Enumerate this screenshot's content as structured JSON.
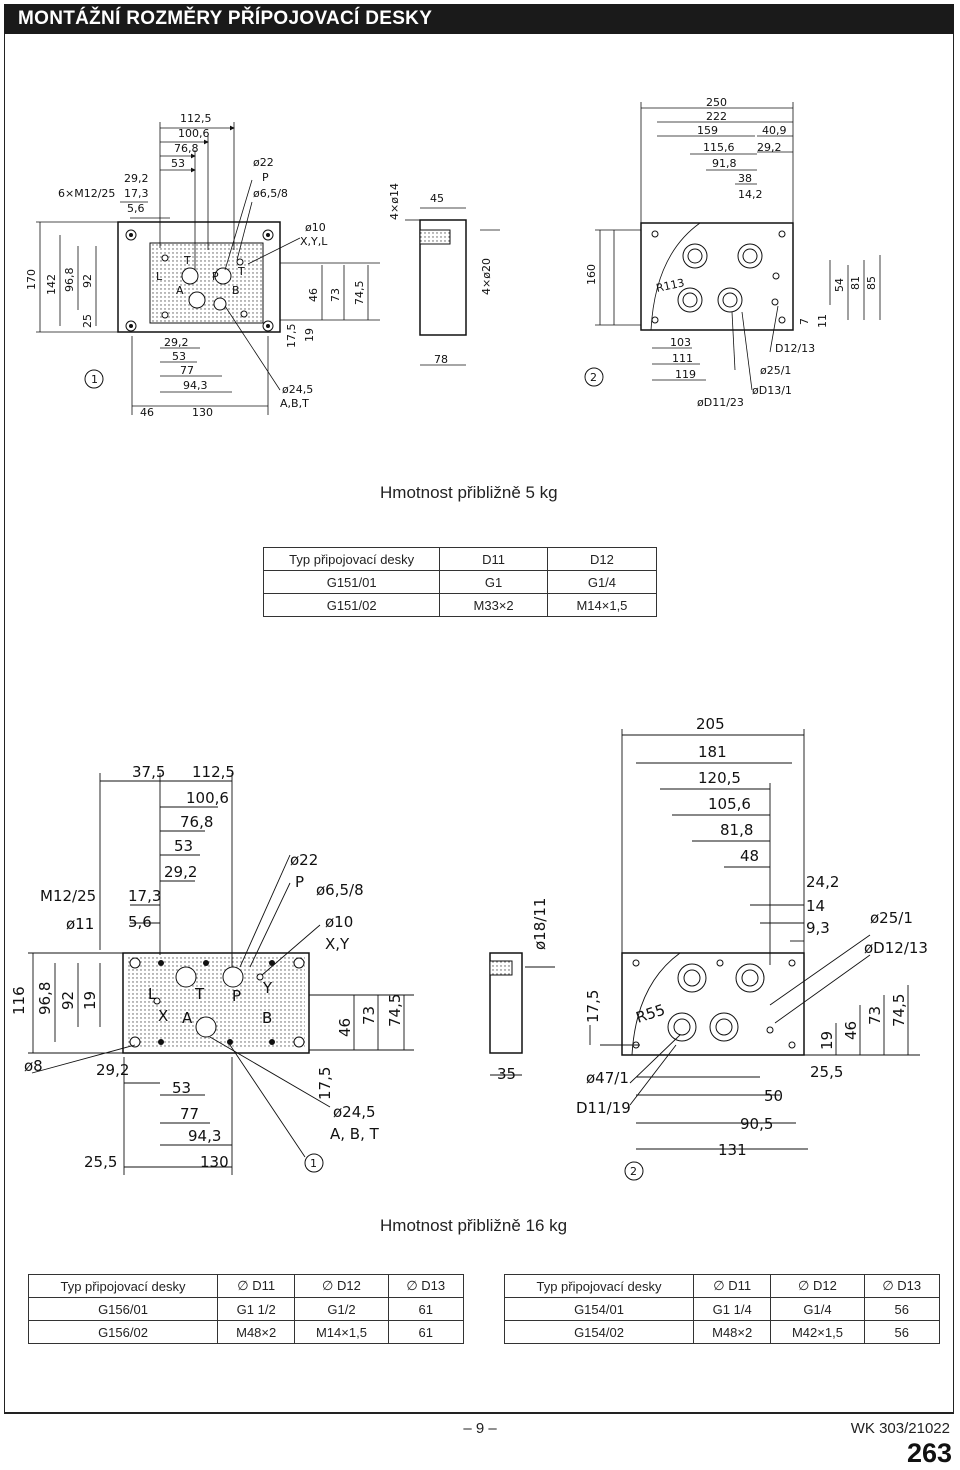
{
  "header": {
    "title": "MONTÁŽNÍ ROZMĚRY PŘÍPOJOVACÍ DESKY"
  },
  "drawing1": {
    "front": {
      "top_dims": [
        "112,5",
        "100,6",
        "76,8",
        "53"
      ],
      "left_top_dims": [
        "29,2",
        "17,3",
        "5,6"
      ],
      "thread": "6×M12/25",
      "callouts": [
        "ø22",
        "P",
        "ø6,5/8",
        "ø10",
        "X,Y,L",
        "ø24,5",
        "A,B,T"
      ],
      "left_dims": [
        "170",
        "142",
        "96,8",
        "92",
        "25"
      ],
      "right_dims": [
        "46",
        "73",
        "74,5",
        "17,5",
        "19"
      ],
      "bottom_dims": [
        "29,2",
        "53",
        "77",
        "94,3",
        "46",
        "130"
      ],
      "ports": [
        "L",
        "T",
        "P",
        "T",
        "A",
        "B"
      ],
      "marker": "1"
    },
    "side": {
      "dims": [
        "4×ø14",
        "45",
        "4×ø20",
        "78"
      ]
    },
    "rear": {
      "top_dims": [
        "250",
        "222",
        "159",
        "40,9",
        "115,6",
        "29,2",
        "91,8",
        "38",
        "14,2"
      ],
      "left_dims": [
        "160"
      ],
      "right_dims": [
        "54",
        "81",
        "85",
        "7",
        "11"
      ],
      "radius": "R113",
      "bottom_dims": [
        "103",
        "111",
        "119",
        "øD11/23"
      ],
      "callouts": [
        "D12/13",
        "ø25/1",
        "øD13/1"
      ],
      "marker": "2"
    }
  },
  "weight1": "Hmotnost přibližně 5 kg",
  "table1": {
    "headers": [
      "Typ připojovací desky",
      "D11",
      "D12"
    ],
    "rows": [
      [
        "G151/01",
        "G1",
        "G1/4"
      ],
      [
        "G151/02",
        "M33×2",
        "M14×1,5"
      ]
    ]
  },
  "drawing2": {
    "front": {
      "top_dims": [
        "37,5",
        "112,5",
        "100,6",
        "76,8",
        "53",
        "29,2"
      ],
      "left_top": [
        "M12/25",
        "ø11",
        "17,3",
        "5,6"
      ],
      "callouts": [
        "ø22",
        "P",
        "ø6,5/8",
        "ø10",
        "X,Y",
        "ø24,5",
        "A, B, T"
      ],
      "left_dims": [
        "116",
        "96,8",
        "92",
        "19"
      ],
      "diameter_left": "ø8",
      "right_dims": [
        "46",
        "73",
        "74,5",
        "17,5"
      ],
      "bottom_dims": [
        "29,2",
        "53",
        "77",
        "94,3",
        "25,5",
        "130"
      ],
      "ports": [
        "L",
        "T",
        "P",
        "Y",
        "X",
        "A",
        "B"
      ],
      "marker": "1"
    },
    "side": {
      "dims": [
        "ø18/11",
        "35"
      ]
    },
    "rear": {
      "top_dims": [
        "205",
        "181",
        "120,5",
        "105,6",
        "81,8",
        "48",
        "24,2",
        "14",
        "9,3"
      ],
      "callouts": [
        "ø25/1",
        "øD12/13"
      ],
      "left_dims": [
        "17,5"
      ],
      "radius": "R55",
      "right_dims": [
        "19",
        "46",
        "73",
        "74,5"
      ],
      "bottom_labels": [
        "ø47/1",
        "D11/19"
      ],
      "bottom_dims": [
        "25,5",
        "50",
        "90,5",
        "131"
      ],
      "marker": "2"
    }
  },
  "weight2": "Hmotnost přibližně 16 kg",
  "table2": {
    "headers": [
      "Typ připojovací desky",
      "∅ D11",
      "∅ D12",
      "∅ D13"
    ],
    "rows": [
      [
        "G156/01",
        "G1 1/2",
        "G1/2",
        "61"
      ],
      [
        "G156/02",
        "M48×2",
        "M14×1,5",
        "61"
      ]
    ]
  },
  "table3": {
    "headers": [
      "Typ připojovací desky",
      "∅ D11",
      "∅ D12",
      "∅ D13"
    ],
    "rows": [
      [
        "G154/01",
        "G1 1/4",
        "G1/4",
        "56"
      ],
      [
        "G154/02",
        "M48×2",
        "M42×1,5",
        "56"
      ]
    ]
  },
  "footer": {
    "page": "– 9 –",
    "doc_id": "WK 303/21022",
    "page_number": "263"
  }
}
